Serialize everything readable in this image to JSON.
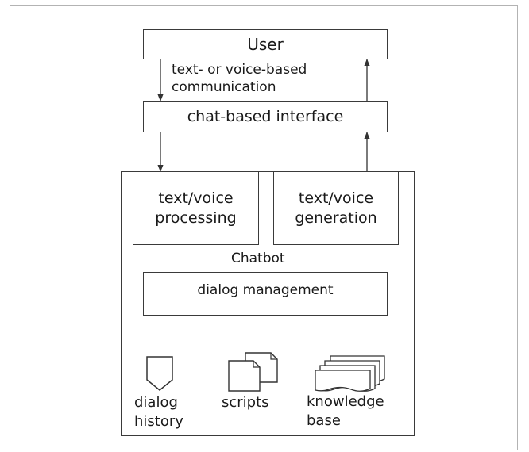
{
  "diagram": {
    "user": "User",
    "communication_line1": "text- or voice-based",
    "communication_line2": "communication",
    "interface": "chat-based interface",
    "processing_line1": "text/voice",
    "processing_line2": "processing",
    "generation_line1": "text/voice",
    "generation_line2": "generation",
    "chatbot": "Chatbot",
    "dialog_management": "dialog management",
    "dialog_history_line1": "dialog",
    "dialog_history_line2": "history",
    "scripts": "scripts",
    "knowledge_base_line1": "knowledge",
    "knowledge_base_line2": "base"
  }
}
